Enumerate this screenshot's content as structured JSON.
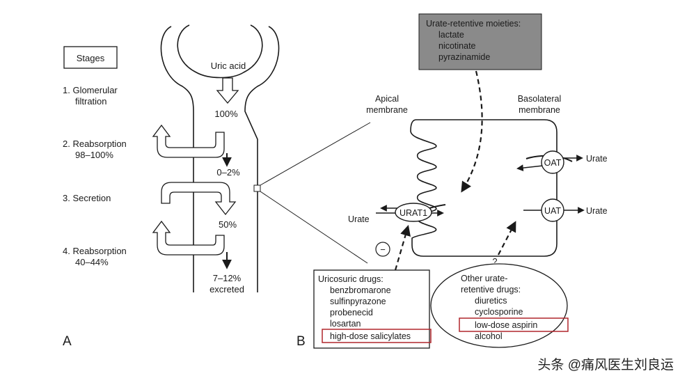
{
  "panel_a": {
    "label": "A",
    "stages_box": "Stages",
    "stages": [
      {
        "l1": "1.  Glomerular",
        "l2": "filtration"
      },
      {
        "l1": "2.  Reabsorption",
        "l2": "98–100%"
      },
      {
        "l1": "3.  Secretion",
        "l2": ""
      },
      {
        "l1": "4.  Reabsorption",
        "l2": "40–44%"
      }
    ],
    "uric_acid": "Uric acid",
    "pct_100": "100%",
    "pct_0_2": "0–2%",
    "pct_50": "50%",
    "excreted_1": "7–12%",
    "excreted_2": "excreted"
  },
  "panel_b": {
    "label": "B",
    "apical_1": "Apical",
    "apical_2": "membrane",
    "basolateral_1": "Basolateral",
    "basolateral_2": "membrane",
    "moieties_title": "Urate-retentive moieties:",
    "moieties": [
      "lactate",
      "nicotinate",
      "pyrazinamide"
    ],
    "urat1": "URAT1",
    "oat": "OAT",
    "uat": "UAT",
    "urate": "Urate",
    "minus": "−",
    "question": "?",
    "uricosuric_title": "Uricosuric drugs:",
    "uricosuric": [
      "benzbromarone",
      "sulfinpyrazone",
      "probenecid",
      "losartan",
      "high-dose salicylates"
    ],
    "other_title_1": "Other urate-",
    "other_title_2": "retentive drugs:",
    "other": [
      "diuretics",
      "cyclosporine",
      "low-dose aspirin",
      "alcohol"
    ]
  },
  "watermark": "头条 @痛风医生刘良运",
  "colors": {
    "highlight_box": "#b0262c",
    "moieties_fill": "#8a8a8a",
    "ink": "#1a1a1a"
  }
}
